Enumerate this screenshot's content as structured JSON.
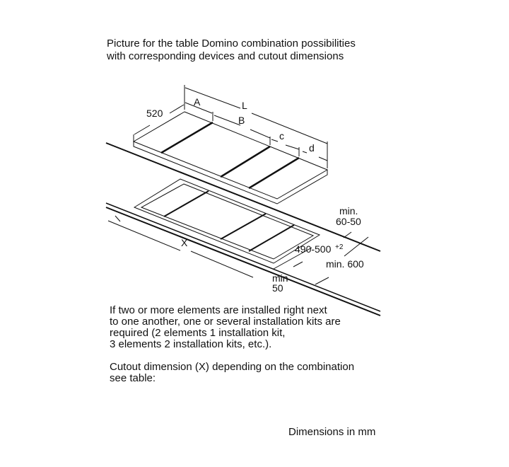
{
  "heading": {
    "line1": "Picture for the table Domino combination possibilities",
    "line2": "with corresponding devices and cutout dimensions"
  },
  "diagram": {
    "labels": {
      "depth": "520",
      "A": "A",
      "L": "L",
      "B": "B",
      "c": "c",
      "d": "d",
      "min_back_1": "min.",
      "min_back_2": "60-50",
      "cutout_depth": "490-500",
      "cutout_depth_tol": "+2",
      "min_600": "min. 600",
      "X": "X",
      "min_front_1": "min",
      "min_front_2": "50"
    }
  },
  "notes": {
    "kit_line1": "If two or more elements are installed right next",
    "kit_line2": "to one another, one or several installation kits are",
    "kit_line3": "required (2 elements 1 installation kit,",
    "kit_line4": "3 elements 2 installation kits, etc.).",
    "cutout_line1": "Cutout dimension (X) depending on the combination",
    "cutout_line2": "see table:",
    "units": "Dimensions in mm"
  }
}
